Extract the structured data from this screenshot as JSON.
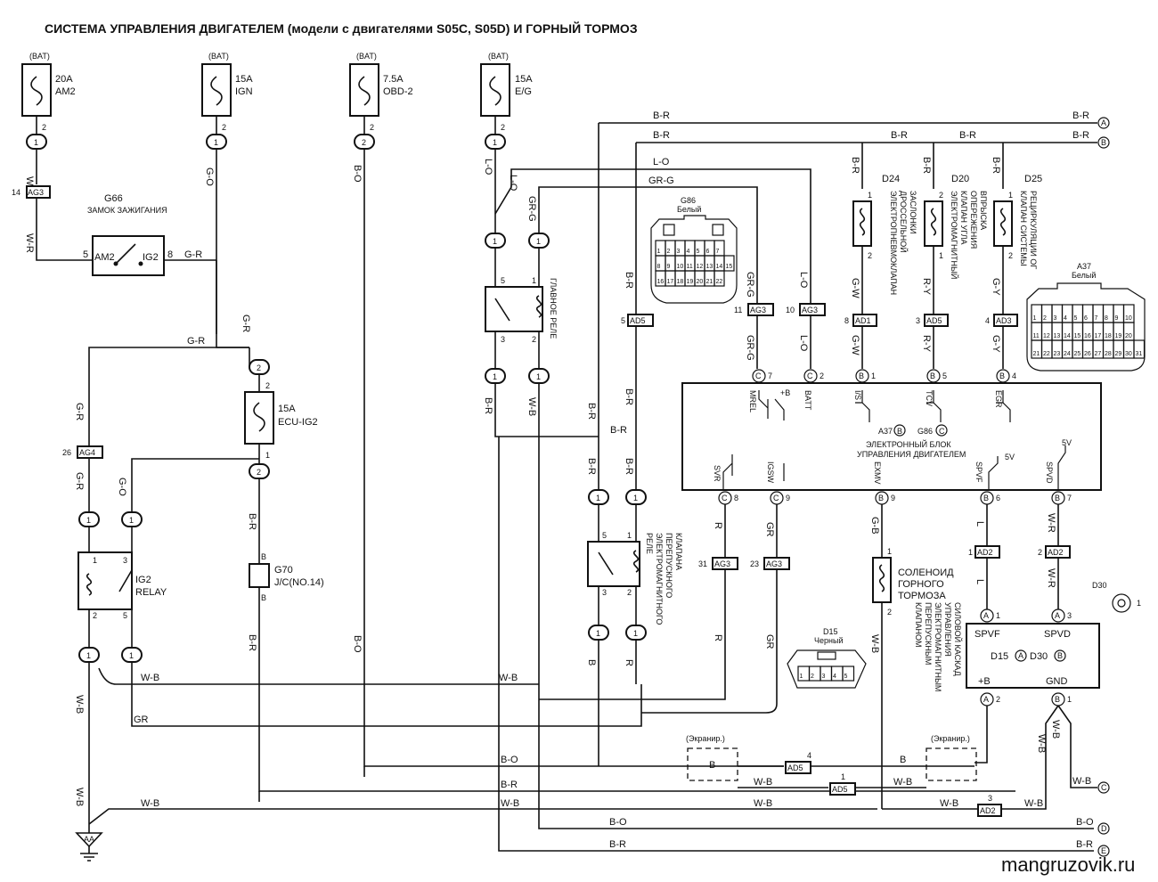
{
  "title": "СИСТЕМА УПРАВЛЕНИЯ ДВИГАТЕЛЕМ (модели с двигателями S05C, S05D) И ГОРНЫЙ ТОРМОЗ",
  "watermark": "mangruzovik.ru",
  "fuses": [
    {
      "source": "(BAT)",
      "rating": "20A",
      "name": "AM2"
    },
    {
      "source": "(BAT)",
      "rating": "15A",
      "name": "IGN"
    },
    {
      "source": "(BAT)",
      "rating": "7.5A",
      "name": "OBD-2"
    },
    {
      "source": "(BAT)",
      "rating": "15A",
      "name": "E/G"
    }
  ],
  "fuse_ecu": {
    "rating": "15A",
    "name": "ECU-IG2"
  },
  "ignition_switch": {
    "id": "G66",
    "label": "ЗАМОК ЗАЖИГАНИЯ",
    "pin_am2": "AM2",
    "pin_ig2": "IG2",
    "pin5": "5",
    "pin8": "8"
  },
  "ig2_relay": {
    "label1": "IG2",
    "label2": "RELAY"
  },
  "jc": {
    "id": "G70",
    "label": "J/C(NO.14)",
    "pin": "B"
  },
  "main_relay_label": "ГЛАВНОЕ РЕЛЕ",
  "bypass_relay_label": [
    "РЕЛЕ",
    "ЭЛЕКТРОМАГНИТНОГО",
    "ПЕРЕПУСКНОГО",
    "КЛАПАНА"
  ],
  "g86": {
    "id": "G86",
    "color": "Белый",
    "pins_top": [
      "1",
      "2",
      "3",
      "4",
      "5",
      "6",
      "7"
    ],
    "pins_mid": [
      "8",
      "9",
      "10",
      "11",
      "12",
      "13",
      "14",
      "15"
    ],
    "pins_bot": [
      "16",
      "17",
      "18",
      "19",
      "20",
      "21",
      "22"
    ]
  },
  "a37": {
    "id": "A37",
    "color": "Белый",
    "pins_top": [
      "1",
      "2",
      "3",
      "4",
      "5",
      "6",
      "7",
      "8",
      "9",
      "10"
    ],
    "pins_mid": [
      "11",
      "12",
      "13",
      "14",
      "15",
      "16",
      "17",
      "18",
      "19",
      "20"
    ],
    "pins_bot": [
      "21",
      "22",
      "23",
      "24",
      "25",
      "26",
      "27",
      "28",
      "29",
      "30",
      "31"
    ]
  },
  "d15": {
    "id": "D15",
    "color": "Черный",
    "pins": [
      "1",
      "2",
      "3",
      "4",
      "5"
    ]
  },
  "d30": {
    "id": "D30",
    "pin": "1"
  },
  "valves": [
    {
      "id": "D24",
      "label": [
        "ЭЛЕКТРОПНЕВМОКЛАПАН",
        "ДРОССЕЛЬНОЙ",
        "ЗАСЛОНКИ"
      ],
      "wire_top": "B-R",
      "wire_bot": "G-W",
      "conn": "AD1",
      "conn_pin": "8"
    },
    {
      "id": "D20",
      "label": [
        "ЭЛЕКТРОМАГНИТНЫЙ",
        "КЛАПАН УГЛА",
        "ОПЕРЕЖЕНИЯ",
        "ВПРЫСКА"
      ],
      "wire_top": "B-R",
      "wire_bot": "R-Y",
      "conn": "AD5",
      "conn_pin": "3"
    },
    {
      "id": "D25",
      "label": [
        "КЛАПАН СИСТЕМЫ",
        "РЕЦИРКУЛЯЦИИ ОГ"
      ],
      "wire_top": "B-R",
      "wire_bot": "G-Y",
      "conn": "AD3",
      "conn_pin": "4"
    }
  ],
  "ecu": {
    "title": "ЭЛЕКТРОННЫЙ БЛОК",
    "title2": "УПРАВЛЕНИЯ ДВИГАТЕЛЕМ",
    "ref_a": "A37",
    "ref_b": "B",
    "ref_c": "G86",
    "ref_d": "C",
    "top_pins": [
      {
        "conn": "C",
        "pin": "7",
        "name": "MREL"
      },
      {
        "conn": "C",
        "pin": "2",
        "name": "BATT"
      },
      {
        "conn": "B",
        "pin": "1",
        "name": "I/S"
      },
      {
        "conn": "B",
        "pin": "5",
        "name": "TCV"
      },
      {
        "conn": "B",
        "pin": "4",
        "name": "EGR"
      }
    ],
    "bottom_pins": [
      {
        "conn": "C",
        "pin": "8",
        "name": "SVR"
      },
      {
        "conn": "C",
        "pin": "9",
        "name": "IGSW"
      },
      {
        "conn": "B",
        "pin": "9",
        "name": "EXMV"
      },
      {
        "conn": "B",
        "pin": "6",
        "name": "SPVF"
      },
      {
        "conn": "B",
        "pin": "7",
        "name": "SPVD"
      }
    ],
    "plus_b": "+B",
    "v5": "5V"
  },
  "driver_box": {
    "pin_spvf": "SPVF",
    "pin_spvd": "SPVD",
    "pin_b": "+B",
    "pin_gnd": "GND",
    "ref": "D15",
    "ref_a": "A",
    "ref2": "D30",
    "ref_b": "B",
    "label": [
      "СИЛОВОЙ КАСКАД",
      "УПРАВЛЕНИЯ",
      "ЭЛЕКТРОМАГНИТНЫМ",
      "ПЕРЕПУСКНЫМ",
      "КЛАПАНОМ"
    ]
  },
  "solenoid": {
    "label": [
      "СОЛЕНОИД",
      "ГОРНОГО",
      "ТОРМОЗА"
    ]
  },
  "shield_label": "(Экранир.)",
  "ground": "AA",
  "right_terminals": [
    "A",
    "B",
    "C",
    "D",
    "E"
  ],
  "inline_connectors": {
    "ag3": "AG3",
    "ag4": "AG4",
    "ad5": "AD5",
    "ad2": "AD2",
    "ad1": "AD1",
    "ad3": "AD3"
  },
  "wire_colors": {
    "wr": "W-R",
    "go": "G-O",
    "bo": "B-O",
    "lo": "L-O",
    "gr": "G-R",
    "br": "B-R",
    "grg": "GR-G",
    "wb": "W-B",
    "r": "R",
    "grc": "GR",
    "gb": "G-B",
    "l": "L",
    "b": "B"
  },
  "pin_numbers": [
    "1",
    "2",
    "3",
    "4",
    "5",
    "7",
    "8",
    "9",
    "10",
    "11",
    "14",
    "23",
    "26",
    "31"
  ]
}
